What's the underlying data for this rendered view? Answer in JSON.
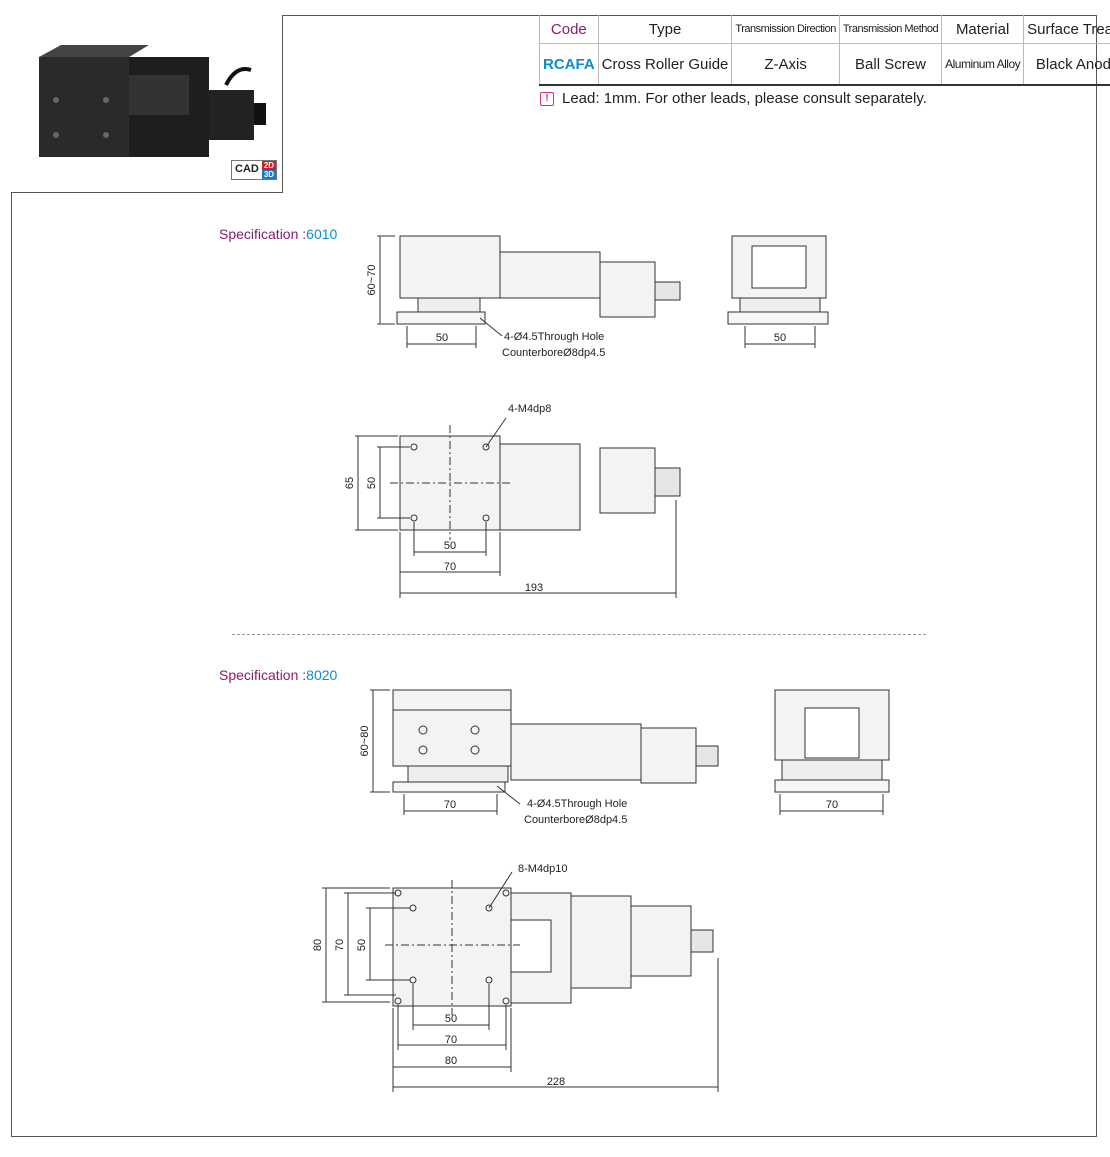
{
  "table": {
    "headers": [
      "Code",
      "Type",
      "Transmission Direction",
      "Transmission Method",
      "Material",
      "Surface Treatment"
    ],
    "row": [
      "RCAFA",
      "Cross Roller Guide",
      "Z-Axis",
      "Ball Screw",
      "Aluminum Alloy",
      "Black Anodizing"
    ]
  },
  "note": "Lead: 1mm. For other leads, please consult separately.",
  "cad": {
    "label": "CAD",
    "badge_2d": "2D",
    "badge_3d": "3D"
  },
  "spec1": {
    "label": "Specification :",
    "code": "6010",
    "dims": {
      "height": "60~70",
      "side_width": "50",
      "end_width": "50",
      "hole_note_1": "4-Ø4.5Through Hole",
      "hole_note_2": "CounterboreØ8dp4.5",
      "tap_note": "4-M4dp8",
      "plan_h_outer": "65",
      "plan_h_inner": "50",
      "plan_w_inner": "50",
      "plan_w_outer": "70",
      "total_length": "193"
    }
  },
  "spec2": {
    "label": "Specification :",
    "code": "8020",
    "dims": {
      "height": "60~80",
      "side_width": "70",
      "end_width": "70",
      "hole_note_1": "4-Ø4.5Through Hole",
      "hole_note_2": "CounterboreØ8dp4.5",
      "tap_note": "8-M4dp10",
      "plan_h_outer": "80",
      "plan_h_mid": "70",
      "plan_h_inner": "50",
      "plan_w_inner": "50",
      "plan_w_mid": "70",
      "plan_w_outer": "80",
      "total_length": "228"
    }
  }
}
